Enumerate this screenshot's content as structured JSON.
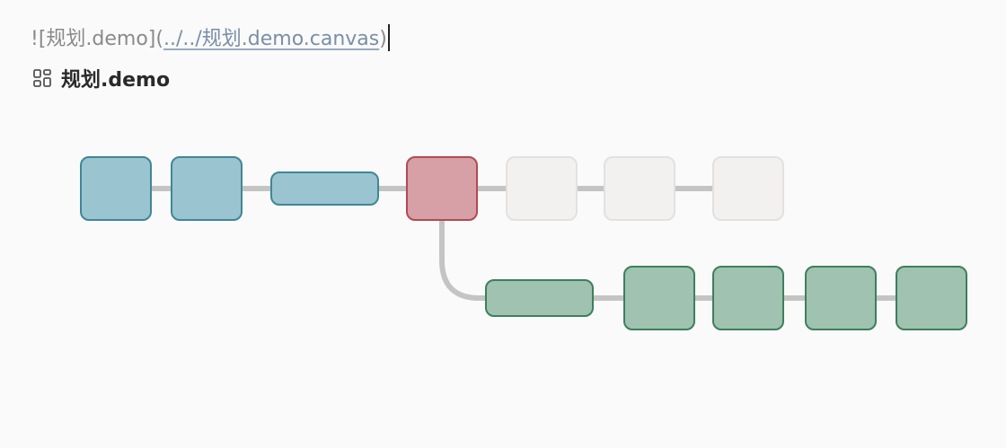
{
  "editor": {
    "embed_prefix": "![",
    "embed_alt": "规划.demo",
    "embed_mid": "](",
    "embed_path": "../../规划.demo.canvas",
    "embed_suffix": ")"
  },
  "embed": {
    "icon": "canvas-grid-icon",
    "title": "规划.demo"
  },
  "colors": {
    "background": "#fafafa",
    "blue_fill": "#9ac4cf",
    "blue_stroke": "#3f8796",
    "red_fill": "#d6a0a6",
    "red_stroke": "#b24a53",
    "gray_fill": "#f2f1f0",
    "gray_stroke": "#e3e1df",
    "green_fill": "#9fc3b0",
    "green_stroke": "#3e7f5c",
    "edge": "#c4c4c4"
  }
}
